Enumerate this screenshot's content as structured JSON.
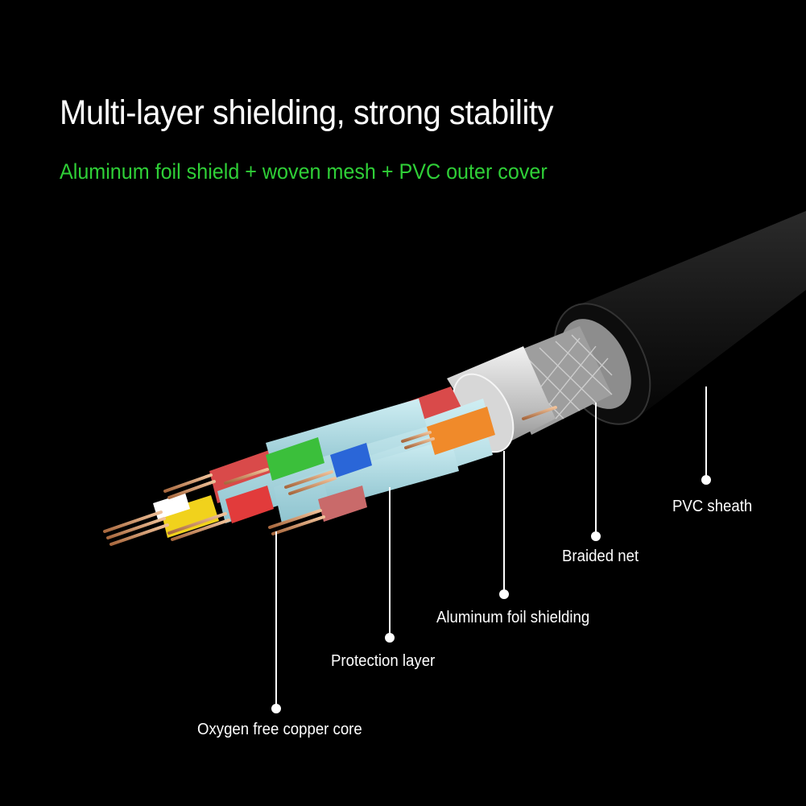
{
  "headline": "Multi-layer shielding, strong stability",
  "subheadline": "Aluminum foil shield + woven mesh + PVC outer cover",
  "labels": {
    "pvc_sheath": "PVC sheath",
    "braided_net": "Braided net",
    "aluminum_foil": "Aluminum foil shielding",
    "protection_layer": "Protection layer",
    "copper_core": "Oxygen free copper core"
  },
  "colors": {
    "headline": "#ffffff",
    "subheadline": "#2fcf37",
    "background": "#000000",
    "pvc_sheath": "#1a1a1a",
    "protection_layer": "#a9d6df",
    "copper": "#c98a5a"
  }
}
